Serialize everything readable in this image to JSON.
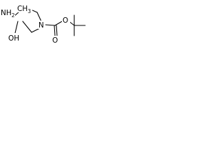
{
  "molecule": {
    "atom_labels": {
      "amino": "NH2",
      "methyl": "CH3",
      "ring_nitrogen": "N",
      "carboxyl": "OH",
      "carbonyl_oxygen": "O",
      "ester_oxygen": "O"
    },
    "colors": {
      "bond": "#000000",
      "text": "#000000",
      "background": "#ffffff"
    }
  }
}
